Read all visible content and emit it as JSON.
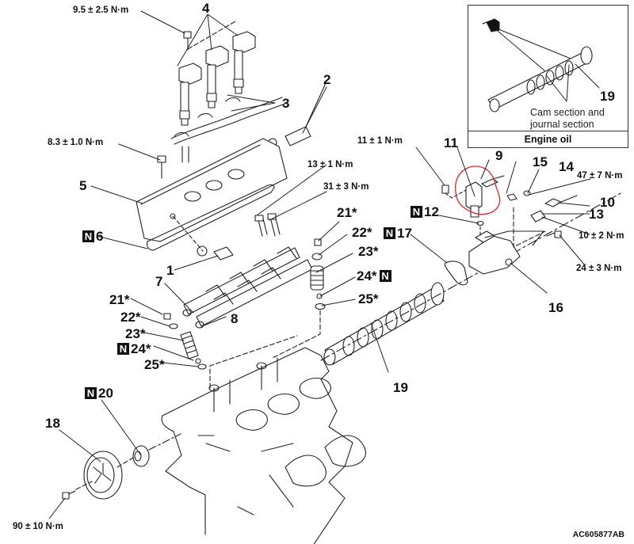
{
  "figure_code": "AC605877AB",
  "inset": {
    "part_number": "19",
    "note_line1": "Cam section and",
    "note_line2": "journal section",
    "caption": "Engine oil",
    "icon": "oil-can-icon"
  },
  "legend": {
    "new_part_symbol": "N",
    "asterisk_meaning_hidden": "*"
  },
  "highlight": {
    "part": "11",
    "color": "#e0262a"
  },
  "callouts": {
    "p1": "1",
    "p2": "2",
    "p3": "3",
    "p4": "4",
    "p5": "5",
    "p6": "6",
    "p7": "7",
    "p8": "8",
    "p9": "9",
    "p10": "10",
    "p11": "11",
    "p12": "12",
    "p13": "13",
    "p14": "14",
    "p15": "15",
    "p16": "16",
    "p17": "17",
    "p18": "18",
    "p19": "19",
    "p20": "20",
    "p21a": "21*",
    "p22a": "22*",
    "p23a": "23*",
    "p24a": "24*",
    "p25a": "25*",
    "p21b": "21*",
    "p22b": "22*",
    "p23b": "23*",
    "p24b": "24*",
    "p25b": "25*"
  },
  "torques": {
    "coil_bolt": "9.5 ± 2.5 N·m",
    "cover_bolt": "8.3 ± 1.0 N·m",
    "rocker_bolt_a": "13 ± 1 N·m",
    "rocker_bolt_b": "31 ± 3 N·m",
    "ocv_bolt": "11 ± 1 N·m",
    "plug_bolt": "47 ± 7 N·m",
    "sensor_bolt": "10 ± 2 N·m",
    "housing_bolt": "24 ± 3 N·m",
    "sprocket_bolt": "90 ± 10 N·m"
  }
}
